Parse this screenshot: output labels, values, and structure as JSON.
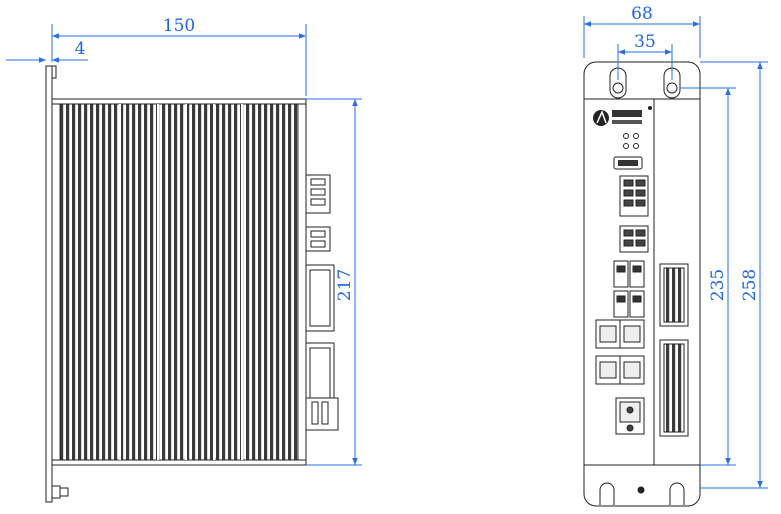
{
  "dimensions": {
    "side_width": "150",
    "side_plate": "4",
    "side_height": "217",
    "front_width": "68",
    "front_hole_spacing": "35",
    "front_inner_height": "235",
    "front_total_height": "258"
  },
  "colors": {
    "dimension": "#2a6ee8",
    "dimension_text": "#1f63e6",
    "outline": "#222222",
    "fin_fill": "#3a3a3a",
    "background": "#ffffff"
  },
  "icons": {
    "logo": "company-logo-icon",
    "hdmi": "hdmi-port-icon",
    "usb": "usb-port-icon",
    "ethernet": "ethernet-port-icon",
    "terminal": "terminal-block-icon",
    "mount_hole": "keyhole-mount-icon"
  }
}
